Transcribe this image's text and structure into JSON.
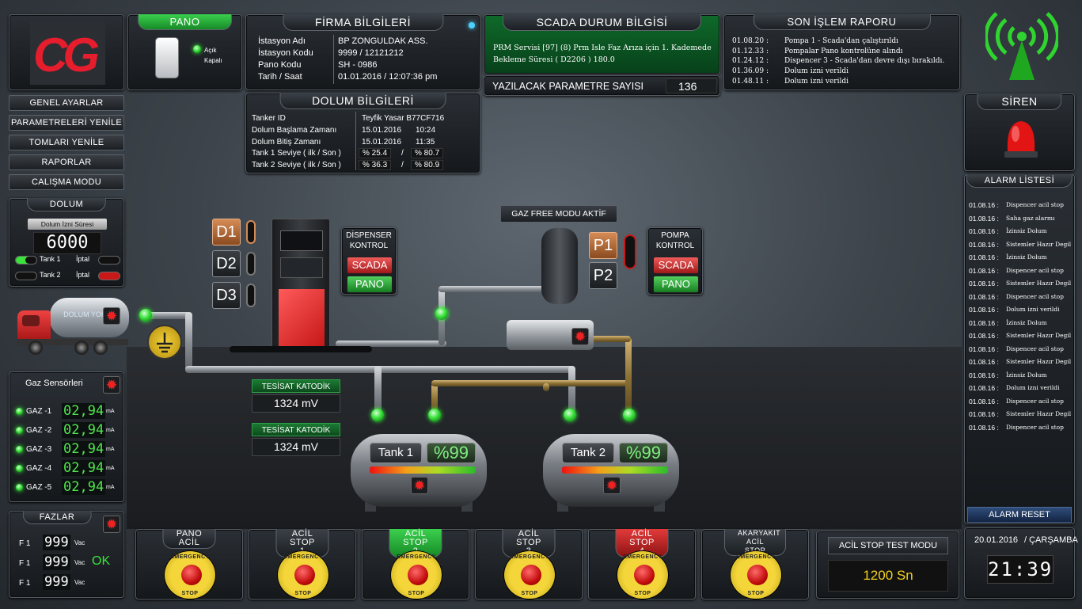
{
  "logo": {
    "text": "CG"
  },
  "pano": {
    "title": "PANO",
    "open_label": "Açık",
    "closed_label": "Kapalı"
  },
  "firma": {
    "title": "FİRMA BİLGİLERİ",
    "rows": [
      {
        "label": "İstasyon Adı",
        "value": "BP ZONGULDAK ASS."
      },
      {
        "label": "İstasyon Kodu",
        "value": "9999 / 12121212"
      },
      {
        "label": "Pano Kodu",
        "value": "SH - 0986"
      },
      {
        "label": "Tarih / Saat",
        "value": "01.01.2016 / 12:07:36 pm"
      }
    ]
  },
  "scada": {
    "title": "SCADA DURUM BİLGİSİ",
    "line1": "PRM Servisi [97] (8) Prm Isle Faz Arıza için 1. Kademede",
    "line2": "Bekleme Süresi   (  D2206  )   180.0",
    "param_label": "YAZILACAK PARAMETRE SAYISI",
    "param_value": "136"
  },
  "rapor": {
    "title": "SON İŞLEM RAPORU",
    "rows": [
      {
        "time": "01.08.20 :",
        "text": "Pompa 1 - Scada'dan çalıştırıldı"
      },
      {
        "time": "01.12.33 :",
        "text": "Pompalar Pano kontrolüne alındı"
      },
      {
        "time": "01.24.12 :",
        "text": "Dispencer 3 - Scada'dan devre dışı bırakıldı."
      },
      {
        "time": "01.36.09 :",
        "text": "Dolum izni verildi"
      },
      {
        "time": "01.48.11 :",
        "text": "Dolum izni verildi"
      }
    ]
  },
  "menu": [
    "GENEL AYARLAR",
    "PARAMETRELERİ YENİLE",
    "TOMLARI YENİLE",
    "RAPORLAR",
    "CALIŞMA MODU"
  ],
  "dolumBilgi": {
    "title": "DOLUM BİLGİLERİ",
    "rows": [
      {
        "label": "Tanker ID",
        "value": "Teyfik Yasar B77CF716",
        "extra": ""
      },
      {
        "label": "Dolum Başlama Zamanı",
        "value": "15.01.2016",
        "extra": "10:24"
      },
      {
        "label": "Dolum Bitiş Zamanı",
        "value": "15.01.2016",
        "extra": "11:35"
      }
    ],
    "levels": [
      {
        "label": "Tank 1 Seviye ( ilk / Son )",
        "first": "% 25.4",
        "sep": "/",
        "last": "% 80.7"
      },
      {
        "label": "Tank 2 Seviye ( ilk / Son )",
        "first": "% 36.3",
        "sep": "/",
        "last": "% 80.9"
      }
    ]
  },
  "dolum": {
    "title": "DOLUM",
    "sub": "Dolum İzni Süresi",
    "value": "6000",
    "rows": [
      {
        "tank": "Tank 1",
        "iptal": "İptal"
      },
      {
        "tank": "Tank 2",
        "iptal": "İptal"
      }
    ]
  },
  "gas": {
    "title": "Gaz Sensörleri",
    "unit": "mA",
    "sensors": [
      {
        "name": "GAZ -1",
        "value": "02,94"
      },
      {
        "name": "GAZ -2",
        "value": "02,94"
      },
      {
        "name": "GAZ -3",
        "value": "02,94"
      },
      {
        "name": "GAZ -4",
        "value": "02,94"
      },
      {
        "name": "GAZ -5",
        "value": "02,94"
      }
    ]
  },
  "faz": {
    "title": "FAZLAR",
    "unit": "Vac",
    "ok": "OK",
    "rows": [
      {
        "name": "F 1",
        "value": "999"
      },
      {
        "name": "F 1",
        "value": "999"
      },
      {
        "name": "F 1",
        "value": "999"
      }
    ]
  },
  "dispensers": [
    "D1",
    "D2",
    "D3"
  ],
  "pumps": [
    "P1",
    "P2"
  ],
  "dispControl": {
    "title1": "DİSPENSER",
    "title2": "KONTROL",
    "scada": "SCADA",
    "pano": "PANO"
  },
  "pumpControl": {
    "title1": "POMPA",
    "title2": "KONTROL",
    "scada": "SCADA",
    "pano": "PANO"
  },
  "gasFree": "GAZ FREE MODU AKTİF",
  "truckText": "DOLUM YOK",
  "katodik": [
    {
      "title": "TESİSAT KATODİK",
      "value": "1324 mV"
    },
    {
      "title": "TESİSAT KATODİK",
      "value": "1324 mV"
    }
  ],
  "tanks": [
    {
      "name": "Tank 1",
      "level": "%99"
    },
    {
      "name": "Tank 2",
      "level": "%99"
    }
  ],
  "siren": {
    "title": "SİREN"
  },
  "alarms": {
    "title": "ALARM LİSTESİ",
    "reset": "ALARM RESET",
    "rows": [
      {
        "date": "01.08.16 :",
        "text": "Dispencer acil stop"
      },
      {
        "date": "01.08.16 :",
        "text": "Saha gaz alarmı"
      },
      {
        "date": "01.08.16 :",
        "text": "İzinsiz Dolum"
      },
      {
        "date": "01.08.16 :",
        "text": "Sistemler Hazır Degil"
      },
      {
        "date": "01.08.16 :",
        "text": "İzinsiz Dolum"
      },
      {
        "date": "01.08.16 :",
        "text": "Dispencer acil stop"
      },
      {
        "date": "01.08.16 :",
        "text": "Sistemler Hazır Degil"
      },
      {
        "date": "01.08.16 :",
        "text": "Dispencer acil stop"
      },
      {
        "date": "01.08.16 :",
        "text": "Dolum izni verildi"
      },
      {
        "date": "01.08.16 :",
        "text": "İzinsiz Dolum"
      },
      {
        "date": "01.08.16 :",
        "text": "Sistemler Hazır Degil"
      },
      {
        "date": "01.08.16 :",
        "text": "Dispencer acil stop"
      },
      {
        "date": "01.08.16 :",
        "text": "Sistemler Hazır Degil"
      },
      {
        "date": "01.08.16 :",
        "text": "İzinsiz Dolum"
      },
      {
        "date": "01.08.16 :",
        "text": "Dolum izni verildi"
      },
      {
        "date": "01.08.16 :",
        "text": "Dispencer acil stop"
      },
      {
        "date": "01.08.16 :",
        "text": "Sistemler Hazır Degil"
      },
      {
        "date": "01.08.16 :",
        "text": "Dispencer acil stop"
      }
    ]
  },
  "estops": [
    {
      "title": "PANO ACİL",
      "state": "normal"
    },
    {
      "title": "ACİL STOP 1",
      "state": "normal"
    },
    {
      "title": "ACİL STOP 2",
      "state": "green"
    },
    {
      "title": "ACİL STOP 3",
      "state": "normal"
    },
    {
      "title": "ACİL STOP 4",
      "state": "red"
    },
    {
      "title": "AKARYAKIT ACİL STOP",
      "state": "normal"
    }
  ],
  "estopLabel": {
    "top": "EMERGENCY",
    "bottom": "STOP"
  },
  "estopTest": {
    "title": "ACİL STOP TEST MODU",
    "value": "1200 Sn"
  },
  "clock": {
    "date": "20.01.2016",
    "day": "/ ÇARŞAMBA",
    "time": "21:39"
  },
  "colors": {
    "accent_green": "#38e13a",
    "alarm_red": "#e22222",
    "panel_dark": "#15181b"
  }
}
